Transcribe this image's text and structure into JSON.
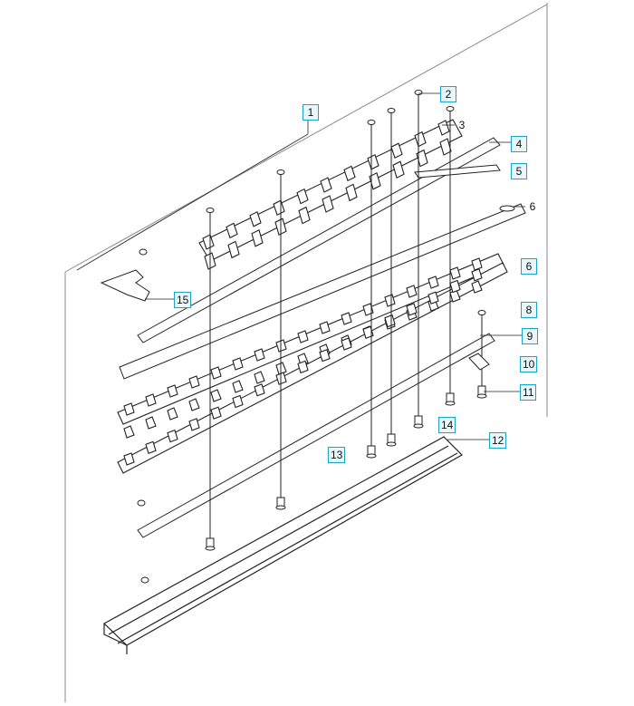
{
  "callouts": [
    {
      "id": "c1",
      "label": "1",
      "boxed": true
    },
    {
      "id": "c2",
      "label": "2",
      "boxed": true
    },
    {
      "id": "c3",
      "label": "3",
      "boxed": false
    },
    {
      "id": "c4",
      "label": "4",
      "boxed": true
    },
    {
      "id": "c5",
      "label": "5",
      "boxed": true
    },
    {
      "id": "c6a",
      "label": "6",
      "boxed": false
    },
    {
      "id": "c6b",
      "label": "6",
      "boxed": true
    },
    {
      "id": "c8",
      "label": "8",
      "boxed": true
    },
    {
      "id": "c9",
      "label": "9",
      "boxed": true
    },
    {
      "id": "c10",
      "label": "10",
      "boxed": true
    },
    {
      "id": "c11",
      "label": "11",
      "boxed": true
    },
    {
      "id": "c12",
      "label": "12",
      "boxed": true
    },
    {
      "id": "c13",
      "label": "13",
      "boxed": true
    },
    {
      "id": "c14",
      "label": "14",
      "boxed": true
    },
    {
      "id": "c15",
      "label": "15",
      "boxed": true
    }
  ],
  "colors": {
    "accent": "#1aa5c8",
    "line": "#222222",
    "fill": "#ffffff"
  }
}
